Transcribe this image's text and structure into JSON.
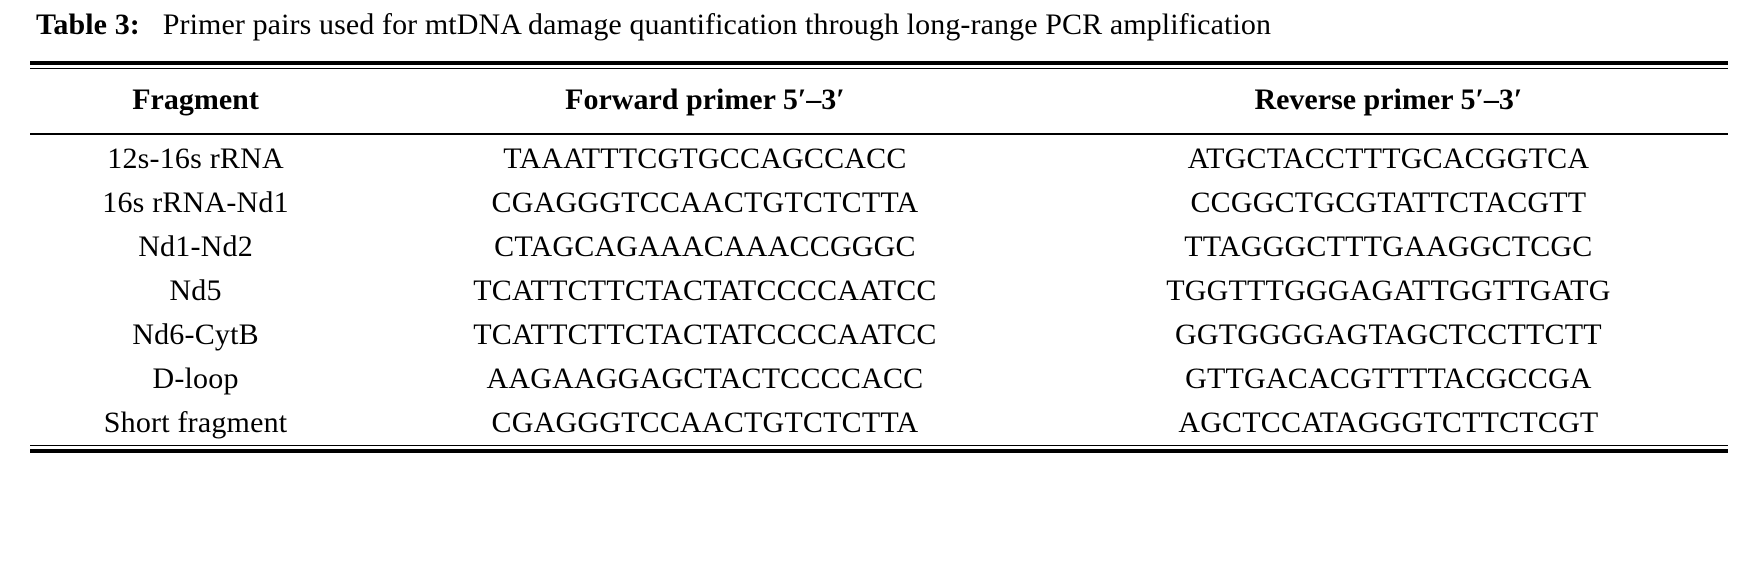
{
  "caption": {
    "label": "Table 3:",
    "text": "Primer pairs used for mtDNA damage quantification through long-range PCR amplification"
  },
  "table": {
    "columns": [
      {
        "key": "fragment",
        "label": "Fragment"
      },
      {
        "key": "forward",
        "label": "Forward primer 5′–3′"
      },
      {
        "key": "reverse",
        "label": "Reverse primer 5′–3′"
      }
    ],
    "rows": [
      {
        "fragment": "12s-16s rRNA",
        "forward": "TAAATTTCGTGCCAGCCACC",
        "reverse": "ATGCTACCTTTGCACGGTCA"
      },
      {
        "fragment": "16s rRNA-Nd1",
        "forward": "CGAGGGTCCAACTGTCTCTTA",
        "reverse": "CCGGCTGCGTATTCTACGTT"
      },
      {
        "fragment": "Nd1-Nd2",
        "forward": "CTAGCAGAAACAAACCGGGC",
        "reverse": "TTAGGGCTTTGAAGGCTCGC"
      },
      {
        "fragment": "Nd5",
        "forward": "TCATTCTTCTACTATCCCCAATCC",
        "reverse": "TGGTTTGGGAGATTGGTTGATG"
      },
      {
        "fragment": "Nd6-CytB",
        "forward": "TCATTCTTCTACTATCCCCAATCC",
        "reverse": "GGTGGGGAGTAGCTCCTTCTT"
      },
      {
        "fragment": "D-loop",
        "forward": "AAGAAGGAGCTACTCCCCACC",
        "reverse": "GTTGACACGTTTTACGCCGA"
      },
      {
        "fragment": "Short fragment",
        "forward": "CGAGGGTCCAACTGTCTCTTA",
        "reverse": "AGCTCCATAGGGTCTTCTCGT"
      }
    ]
  }
}
